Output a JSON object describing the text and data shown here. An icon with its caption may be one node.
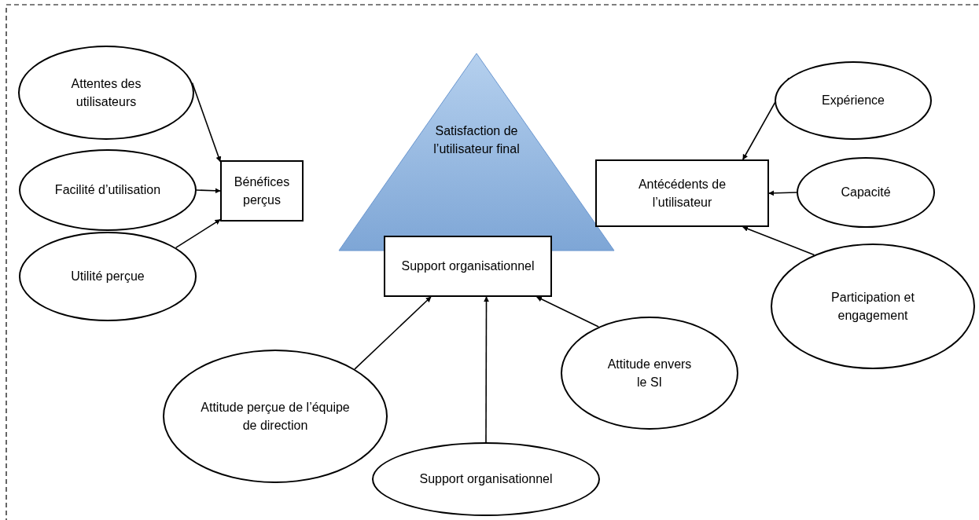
{
  "diagram": {
    "nodes": [
      {
        "text": [
          "Attentes des utilisateurs"
        ]
      },
      {
        "text": [
          "Facilité d’utilisation"
        ]
      },
      {
        "text": [
          "Utilité perçue"
        ]
      },
      {
        "text": [
          "Bénéfices perçus"
        ]
      },
      {
        "text": [
          "Satisfaction de l’utilisateur final"
        ]
      },
      {
        "text": [
          "Antécédents de l’utilisateur"
        ]
      },
      {
        "text": [
          "Expérience"
        ]
      },
      {
        "text": [
          "Capacité"
        ]
      },
      {
        "text": [
          "Participation et engagement"
        ]
      },
      {
        "text": [
          "Support organisationnel"
        ]
      },
      {
        "text": [
          "Attitude perçue de l’équipe de direction"
        ]
      },
      {
        "text": [
          "Support organisationnel"
        ]
      },
      {
        "text": [
          "Attitude envers le SI"
        ]
      }
    ],
    "edges": [
      {
        "from": 0,
        "to": 3,
        "arrow": "to"
      },
      {
        "from": 1,
        "to": 3,
        "arrow": "to"
      },
      {
        "from": 2,
        "to": 3,
        "arrow": "to"
      },
      {
        "from": 6,
        "to": 5,
        "arrow": "to"
      },
      {
        "from": 7,
        "to": 5,
        "arrow": "to"
      },
      {
        "from": 8,
        "to": 5,
        "arrow": "to"
      },
      {
        "from": 10,
        "to": 9,
        "arrow": "to"
      },
      {
        "from": 11,
        "to": 9,
        "arrow": "to"
      },
      {
        "from": 12,
        "to": 9,
        "arrow": "to"
      }
    ]
  }
}
